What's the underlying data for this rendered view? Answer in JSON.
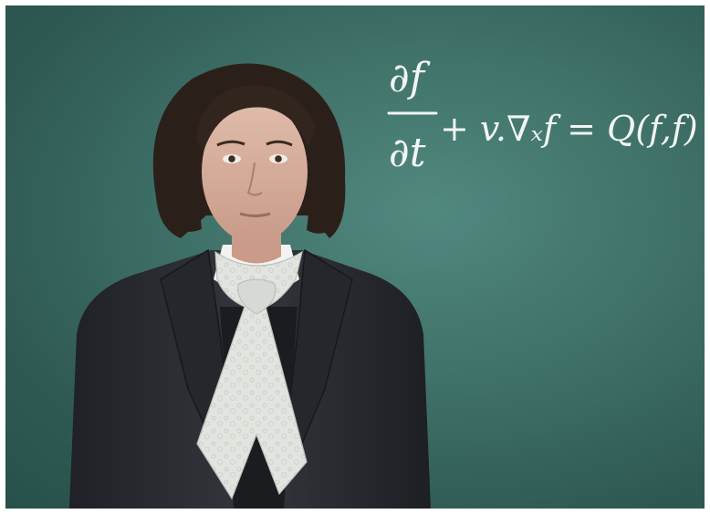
{
  "scene": {
    "colors": {
      "chalkboard": "#3f7269",
      "chalk": "#f1f5f2",
      "jacket": "#2a2c31",
      "cravat": "#dfe1dc",
      "skin": "#d8b3a3",
      "hair": "#2b2019"
    }
  },
  "equation": {
    "numerator": "∂f",
    "denominator": "∂t",
    "rhs": "+ v.∇ₓf = Q(f,f)"
  }
}
